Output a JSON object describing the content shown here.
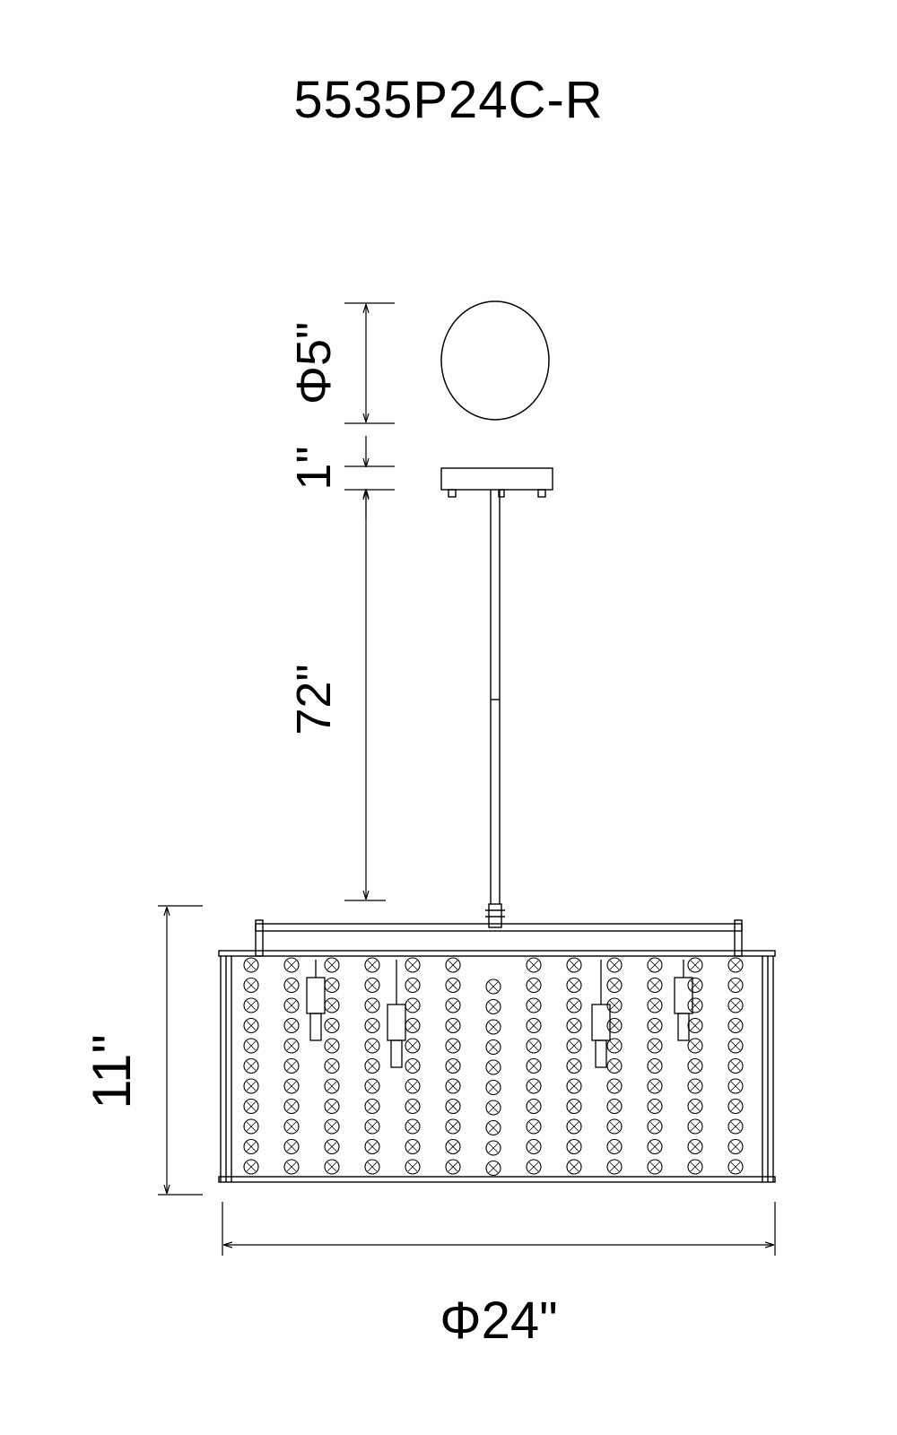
{
  "title": "5535P24C-R",
  "dimensions": {
    "canopy_diameter": "Φ5\"",
    "canopy_height": "1\"",
    "rod_length": "72\"",
    "fixture_height": "11\"",
    "fixture_diameter": "Φ24\""
  },
  "colors": {
    "line": "#000000",
    "background": "#ffffff"
  }
}
